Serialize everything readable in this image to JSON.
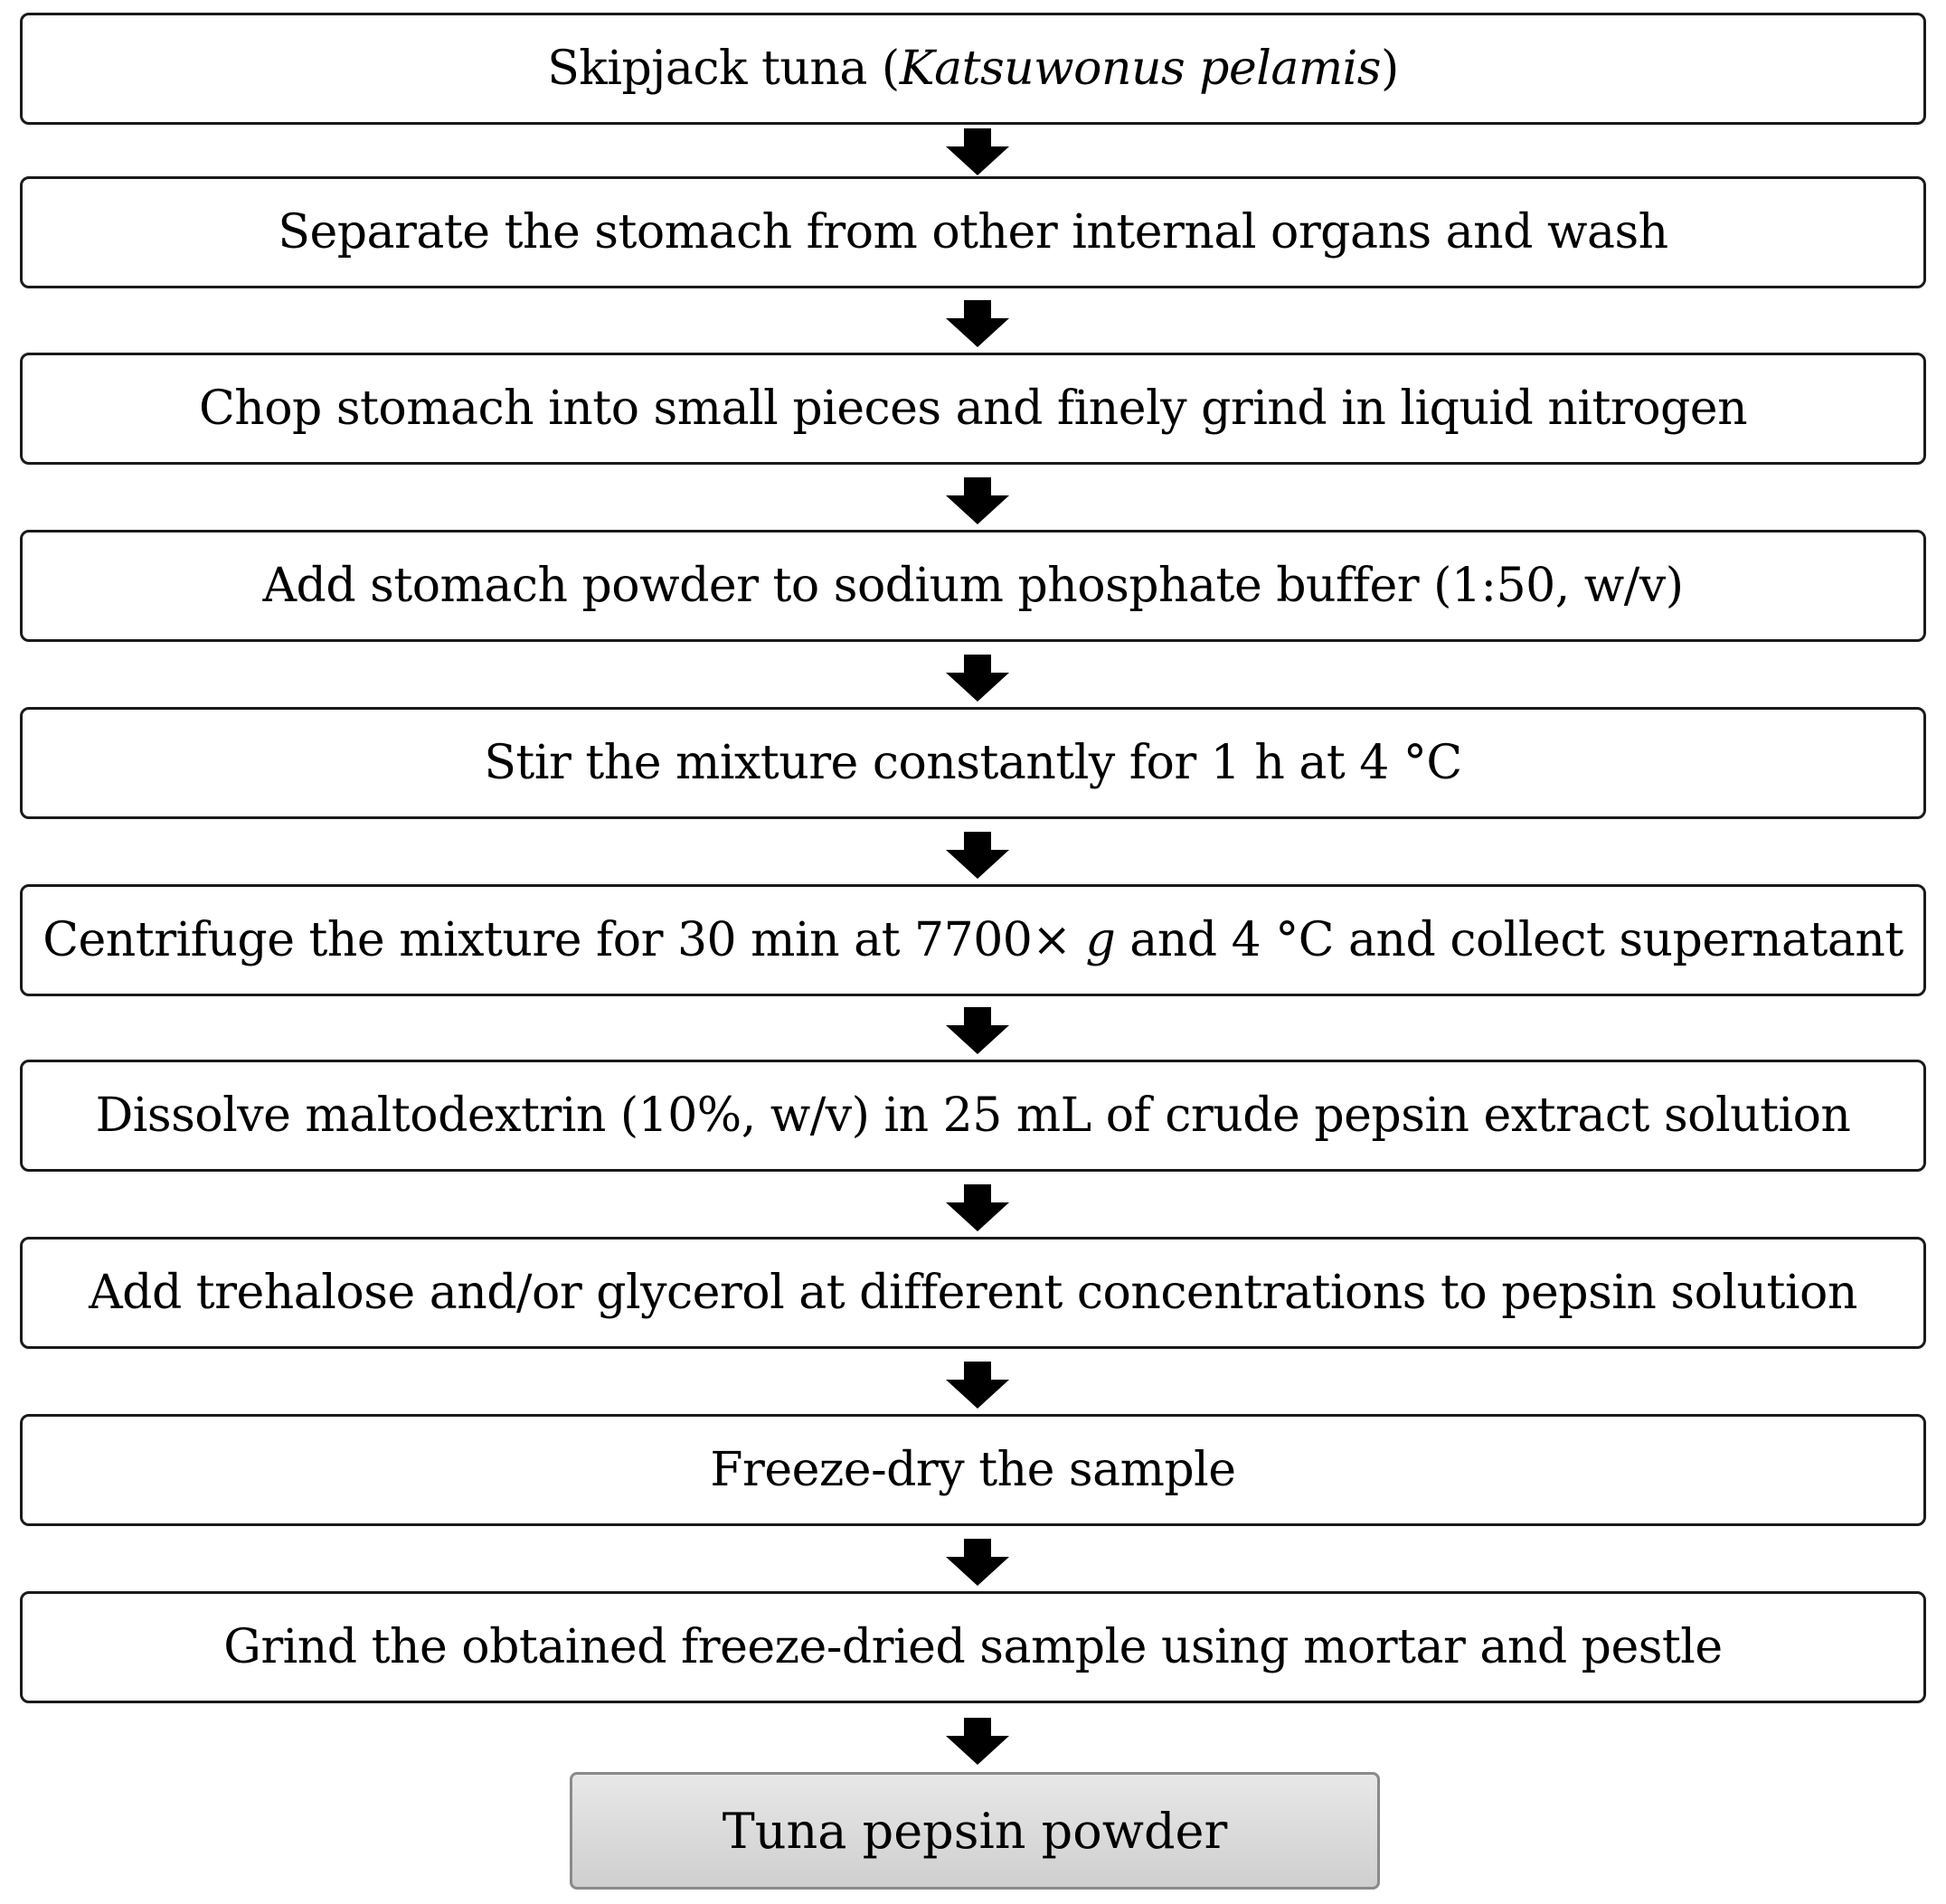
{
  "steps": [
    {
      "pre": "Skipjack tuna (",
      "italic": "Katsuwonus pelamis",
      "post": ")"
    },
    {
      "pre": "Separate the stomach from other internal organs and wash"
    },
    {
      "pre": "Chop stomach into small pieces and finely grind in liquid nitrogen"
    },
    {
      "pre": "Add stomach powder to sodium phosphate buffer (1:50, w/v)"
    },
    {
      "pre": "Stir the mixture constantly for 1 h at 4 °C"
    },
    {
      "pre": "Centrifuge the mixture for 30 min at 7700× ",
      "italic": "g",
      "post": " and 4 °C  and collect supernatant"
    },
    {
      "pre": "Dissolve maltodextrin (10%, w/v)  in 25 mL of crude pepsin extract solution"
    },
    {
      "pre": "Add trehalose and/or glycerol at different concentrations to pepsin solution"
    },
    {
      "pre": "Freeze-dry the sample"
    },
    {
      "pre": "Grind the obtained freeze-dried sample using mortar and pestle"
    }
  ],
  "final": "Tuna pepsin powder",
  "colors": {
    "box_border": "#1a1a1a",
    "final_fill": "#d6d6d6",
    "arrow": "#000000"
  }
}
